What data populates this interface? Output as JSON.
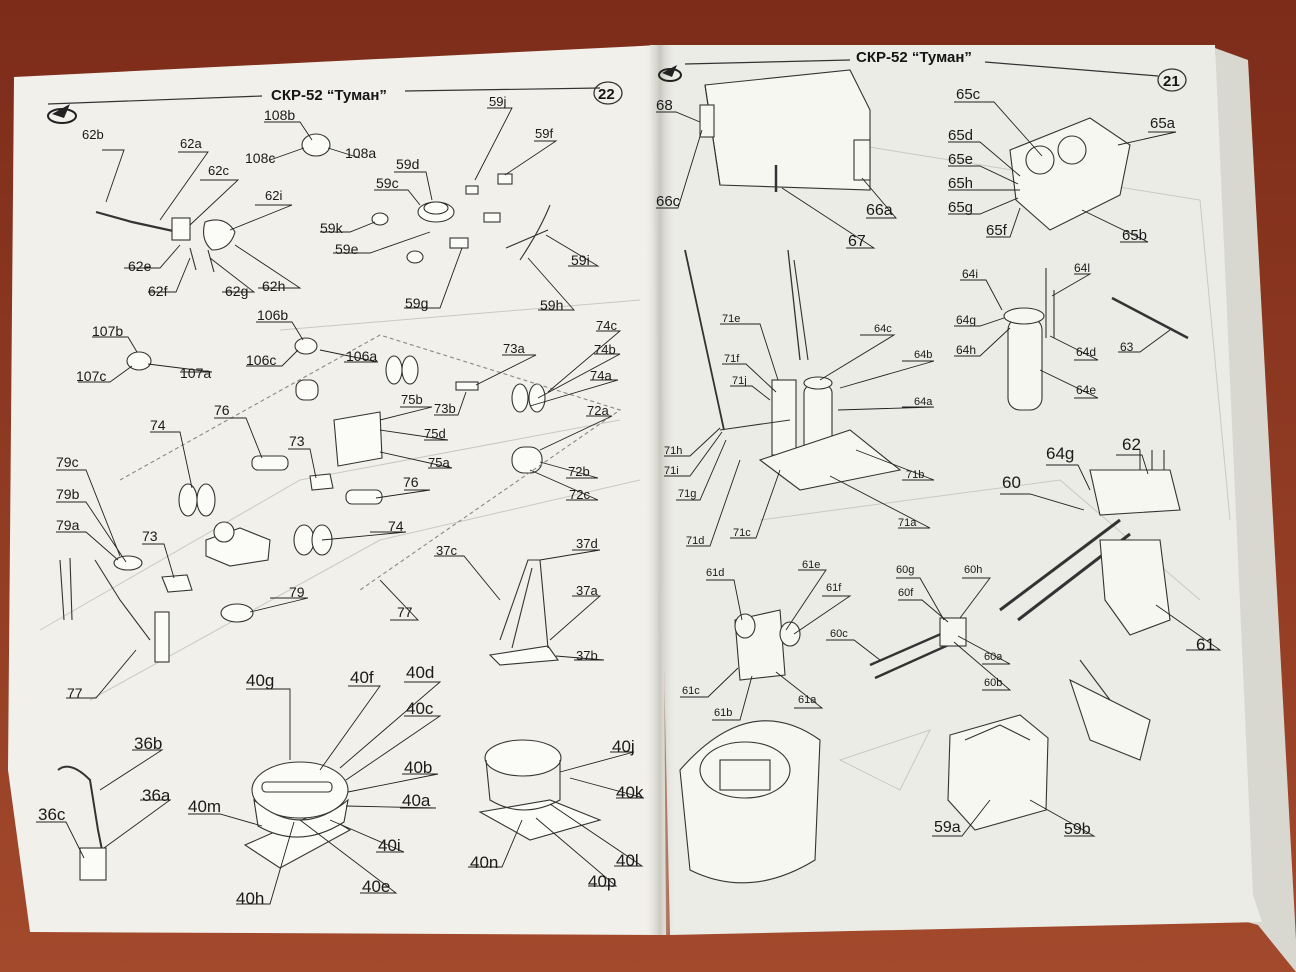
{
  "colors": {
    "table": "#8f3a24",
    "paper_left": "#f1f0ea",
    "paper_right": "#ebece6",
    "ink": "#1a1a1a"
  },
  "left_page": {
    "title": "СКР-52 “Туман”",
    "page_number": "22",
    "labels": [
      "62b",
      "62a",
      "62c",
      "62i",
      "62e",
      "62f",
      "62g",
      "62h",
      "108b",
      "108c",
      "108a",
      "59j",
      "59f",
      "59d",
      "59c",
      "59k",
      "59e",
      "59i",
      "59g",
      "59h",
      "107b",
      "107c",
      "107a",
      "106b",
      "106c",
      "106a",
      "73a",
      "74c",
      "74b",
      "74a",
      "73b",
      "75b",
      "72a",
      "75d",
      "76",
      "74",
      "75a",
      "72b",
      "72c",
      "73",
      "79c",
      "79b",
      "79a",
      "37c",
      "37d",
      "37a",
      "37b",
      "77",
      "79",
      "40g",
      "40f",
      "40d",
      "40c",
      "40b",
      "40a",
      "40m",
      "40i",
      "40e",
      "40h",
      "40j",
      "40k",
      "40l",
      "40n",
      "40p",
      "36b",
      "36a",
      "36c"
    ]
  },
  "right_page": {
    "title": "СКР-52 “Туман”",
    "page_number": "21",
    "labels": [
      "68",
      "66c",
      "66a",
      "67",
      "65c",
      "65a",
      "65d",
      "65e",
      "65h",
      "65g",
      "65f",
      "65b",
      "64i",
      "64l",
      "64g",
      "64h",
      "64d",
      "64e",
      "63",
      "71e",
      "64c",
      "71f",
      "71j",
      "64b",
      "64a",
      "71h",
      "71i",
      "71g",
      "71d",
      "71c",
      "71b",
      "71a",
      "60",
      "62",
      "61",
      "61d",
      "61e",
      "61f",
      "60g",
      "60h",
      "60f",
      "60c",
      "60a",
      "60b",
      "61c",
      "61b",
      "61a",
      "59a",
      "59b"
    ]
  }
}
